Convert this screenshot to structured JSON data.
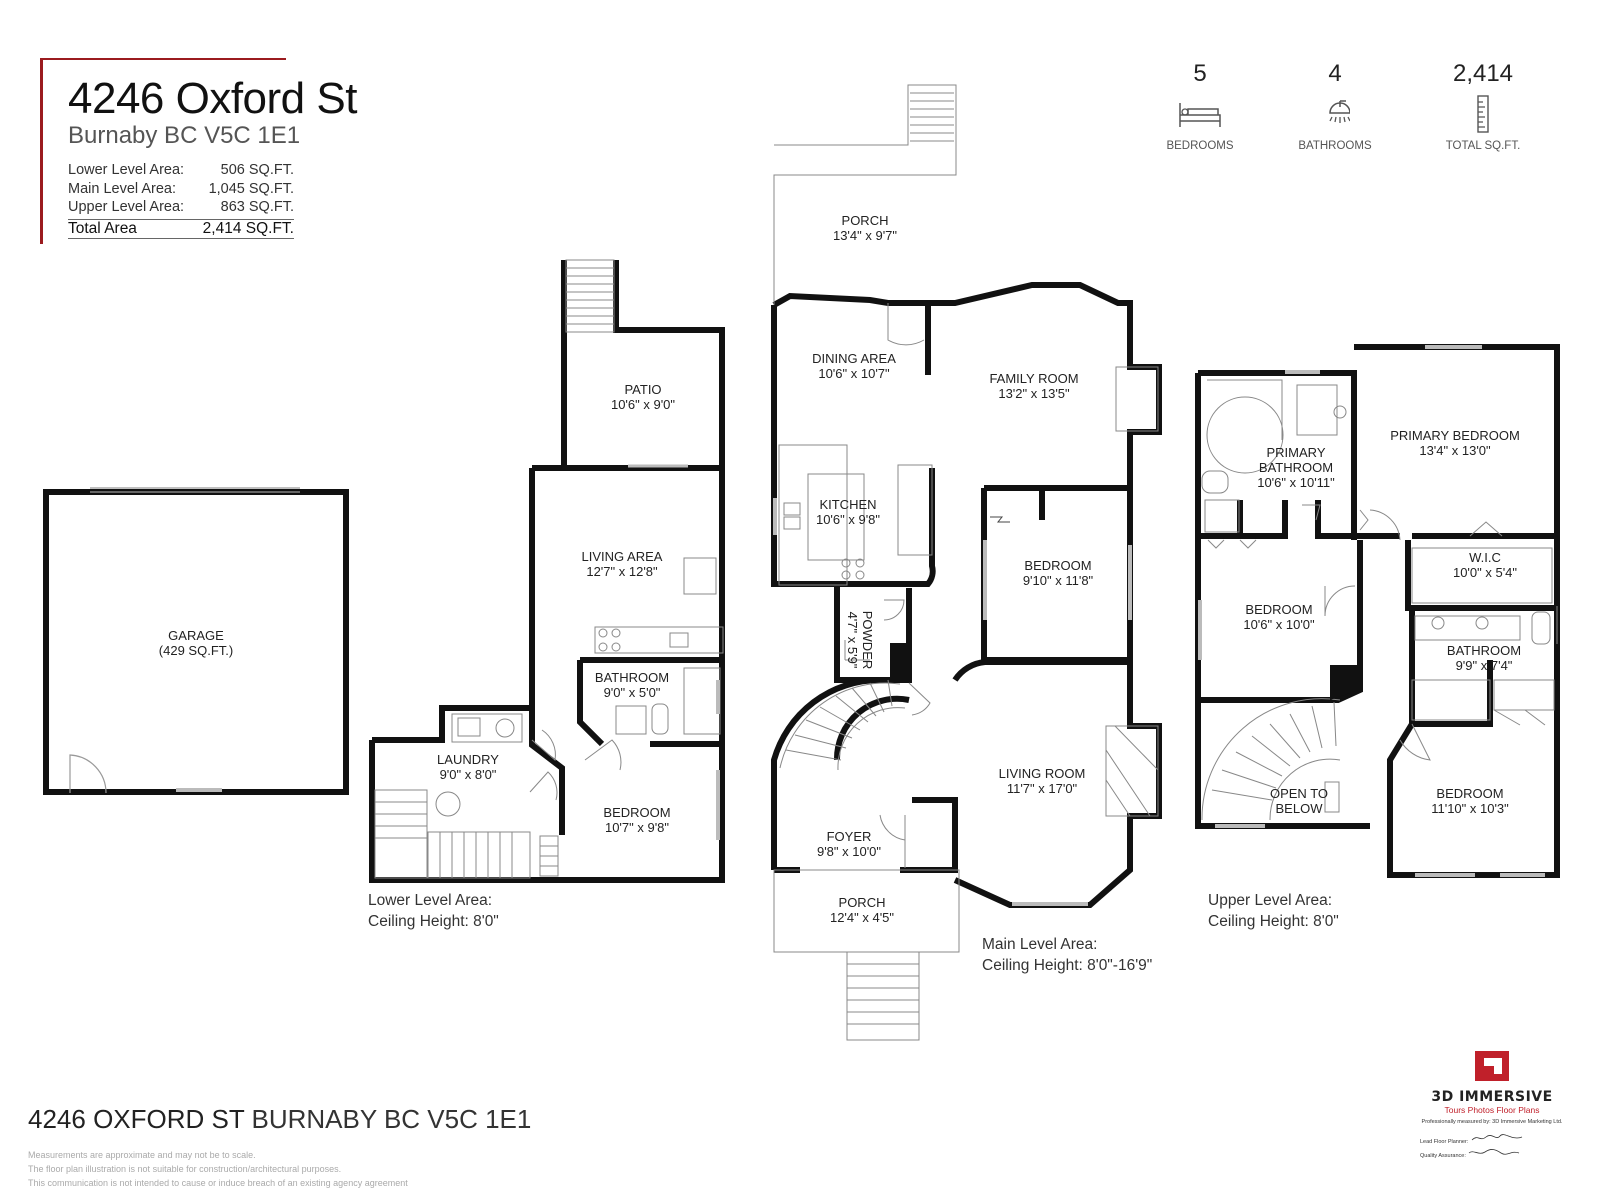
{
  "header": {
    "title": "4246 Oxford St",
    "subtitle": "Burnaby BC V5C 1E1",
    "areas": [
      {
        "label": "Lower Level Area:",
        "value": "506 SQ.FT."
      },
      {
        "label": "Main Level Area:",
        "value": "1,045 SQ.FT."
      },
      {
        "label": "Upper Level Area:",
        "value": "863 SQ.FT."
      }
    ],
    "total": {
      "label": "Total Area",
      "value": "2,414 SQ.FT."
    }
  },
  "stats": [
    {
      "number": "5",
      "label": "BEDROOMS",
      "icon": "bed-icon"
    },
    {
      "number": "4",
      "label": "BATHROOMS",
      "icon": "shower-icon"
    },
    {
      "number": "2,414",
      "label": "TOTAL SQ.FT.",
      "icon": "ruler-icon"
    }
  ],
  "rooms": {
    "garage": {
      "name": "GARAGE",
      "dim": "(429 SQ.FT.)"
    },
    "patio": {
      "name": "PATIO",
      "dim": "10'6\" x 9'0\""
    },
    "lower_living": {
      "name": "LIVING AREA",
      "dim": "12'7\" x 12'8\""
    },
    "lower_bath": {
      "name": "BATHROOM",
      "dim": "9'0\" x 5'0\""
    },
    "laundry": {
      "name": "LAUNDRY",
      "dim": "9'0\" x 8'0\""
    },
    "lower_bed": {
      "name": "BEDROOM",
      "dim": "10'7\" x 9'8\""
    },
    "porch_back": {
      "name": "PORCH",
      "dim": "13'4\" x 9'7\""
    },
    "dining": {
      "name": "DINING AREA",
      "dim": "10'6\" x 10'7\""
    },
    "family": {
      "name": "FAMILY ROOM",
      "dim": "13'2\" x 13'5\""
    },
    "kitchen": {
      "name": "KITCHEN",
      "dim": "10'6\" x 9'8\""
    },
    "main_bed": {
      "name": "BEDROOM",
      "dim": "9'10\" x 11'8\""
    },
    "powder": {
      "name": "POWDER",
      "dim": "4'7\" x 5'9\""
    },
    "living_room": {
      "name": "LIVING ROOM",
      "dim": "11'7\" x 17'0\""
    },
    "foyer": {
      "name": "FOYER",
      "dim": "9'8\" x 10'0\""
    },
    "porch_front": {
      "name": "PORCH",
      "dim": "12'4\" x 4'5\""
    },
    "primary_bath": {
      "name": "PRIMARY",
      "name2": "BATHROOM",
      "dim": "10'6\" x 10'11\""
    },
    "primary_bed": {
      "name": "PRIMARY BEDROOM",
      "dim": "13'4\" x 13'0\""
    },
    "wic": {
      "name": "W.I.C",
      "dim": "10'0\" x 5'4\""
    },
    "upper_bed1": {
      "name": "BEDROOM",
      "dim": "10'6\" x 10'0\""
    },
    "upper_bath": {
      "name": "BATHROOM",
      "dim": "9'9\" x 7'4\""
    },
    "open_below": {
      "name": "OPEN TO",
      "name2": "BELOW"
    },
    "upper_bed2": {
      "name": "BEDROOM",
      "dim": "11'10\" x 10'3\""
    }
  },
  "levels": {
    "lower": {
      "line1": "Lower Level Area:",
      "line2": "Ceiling Height: 8'0\""
    },
    "main": {
      "line1": "Main Level Area:",
      "line2": "Ceiling Height: 8'0\"-16'9\""
    },
    "upper": {
      "line1": "Upper Level Area:",
      "line2": "Ceiling Height: 8'0\""
    }
  },
  "footer": {
    "address_bold": "4246 OXFORD ST",
    "address_rest": " BURNABY BC V5C 1E1",
    "disclaimer": [
      "Measurements are approximate and may not be to scale.",
      "The floor plan illustration is not suitable for construction/architectural purposes.",
      "This communication is not intended to cause or induce breach of an existing agency agreement"
    ]
  },
  "logo": {
    "name": "3D IMMERSIVE",
    "tagline": "Tours  Photos  Floor Plans",
    "measured_by": "Professionally measured by: 3D Immersive Marketing Ltd.",
    "planner_label": "Lead Floor Planner:",
    "qa_label": "Quality Assurance:",
    "brand_color": "#c0202a"
  }
}
